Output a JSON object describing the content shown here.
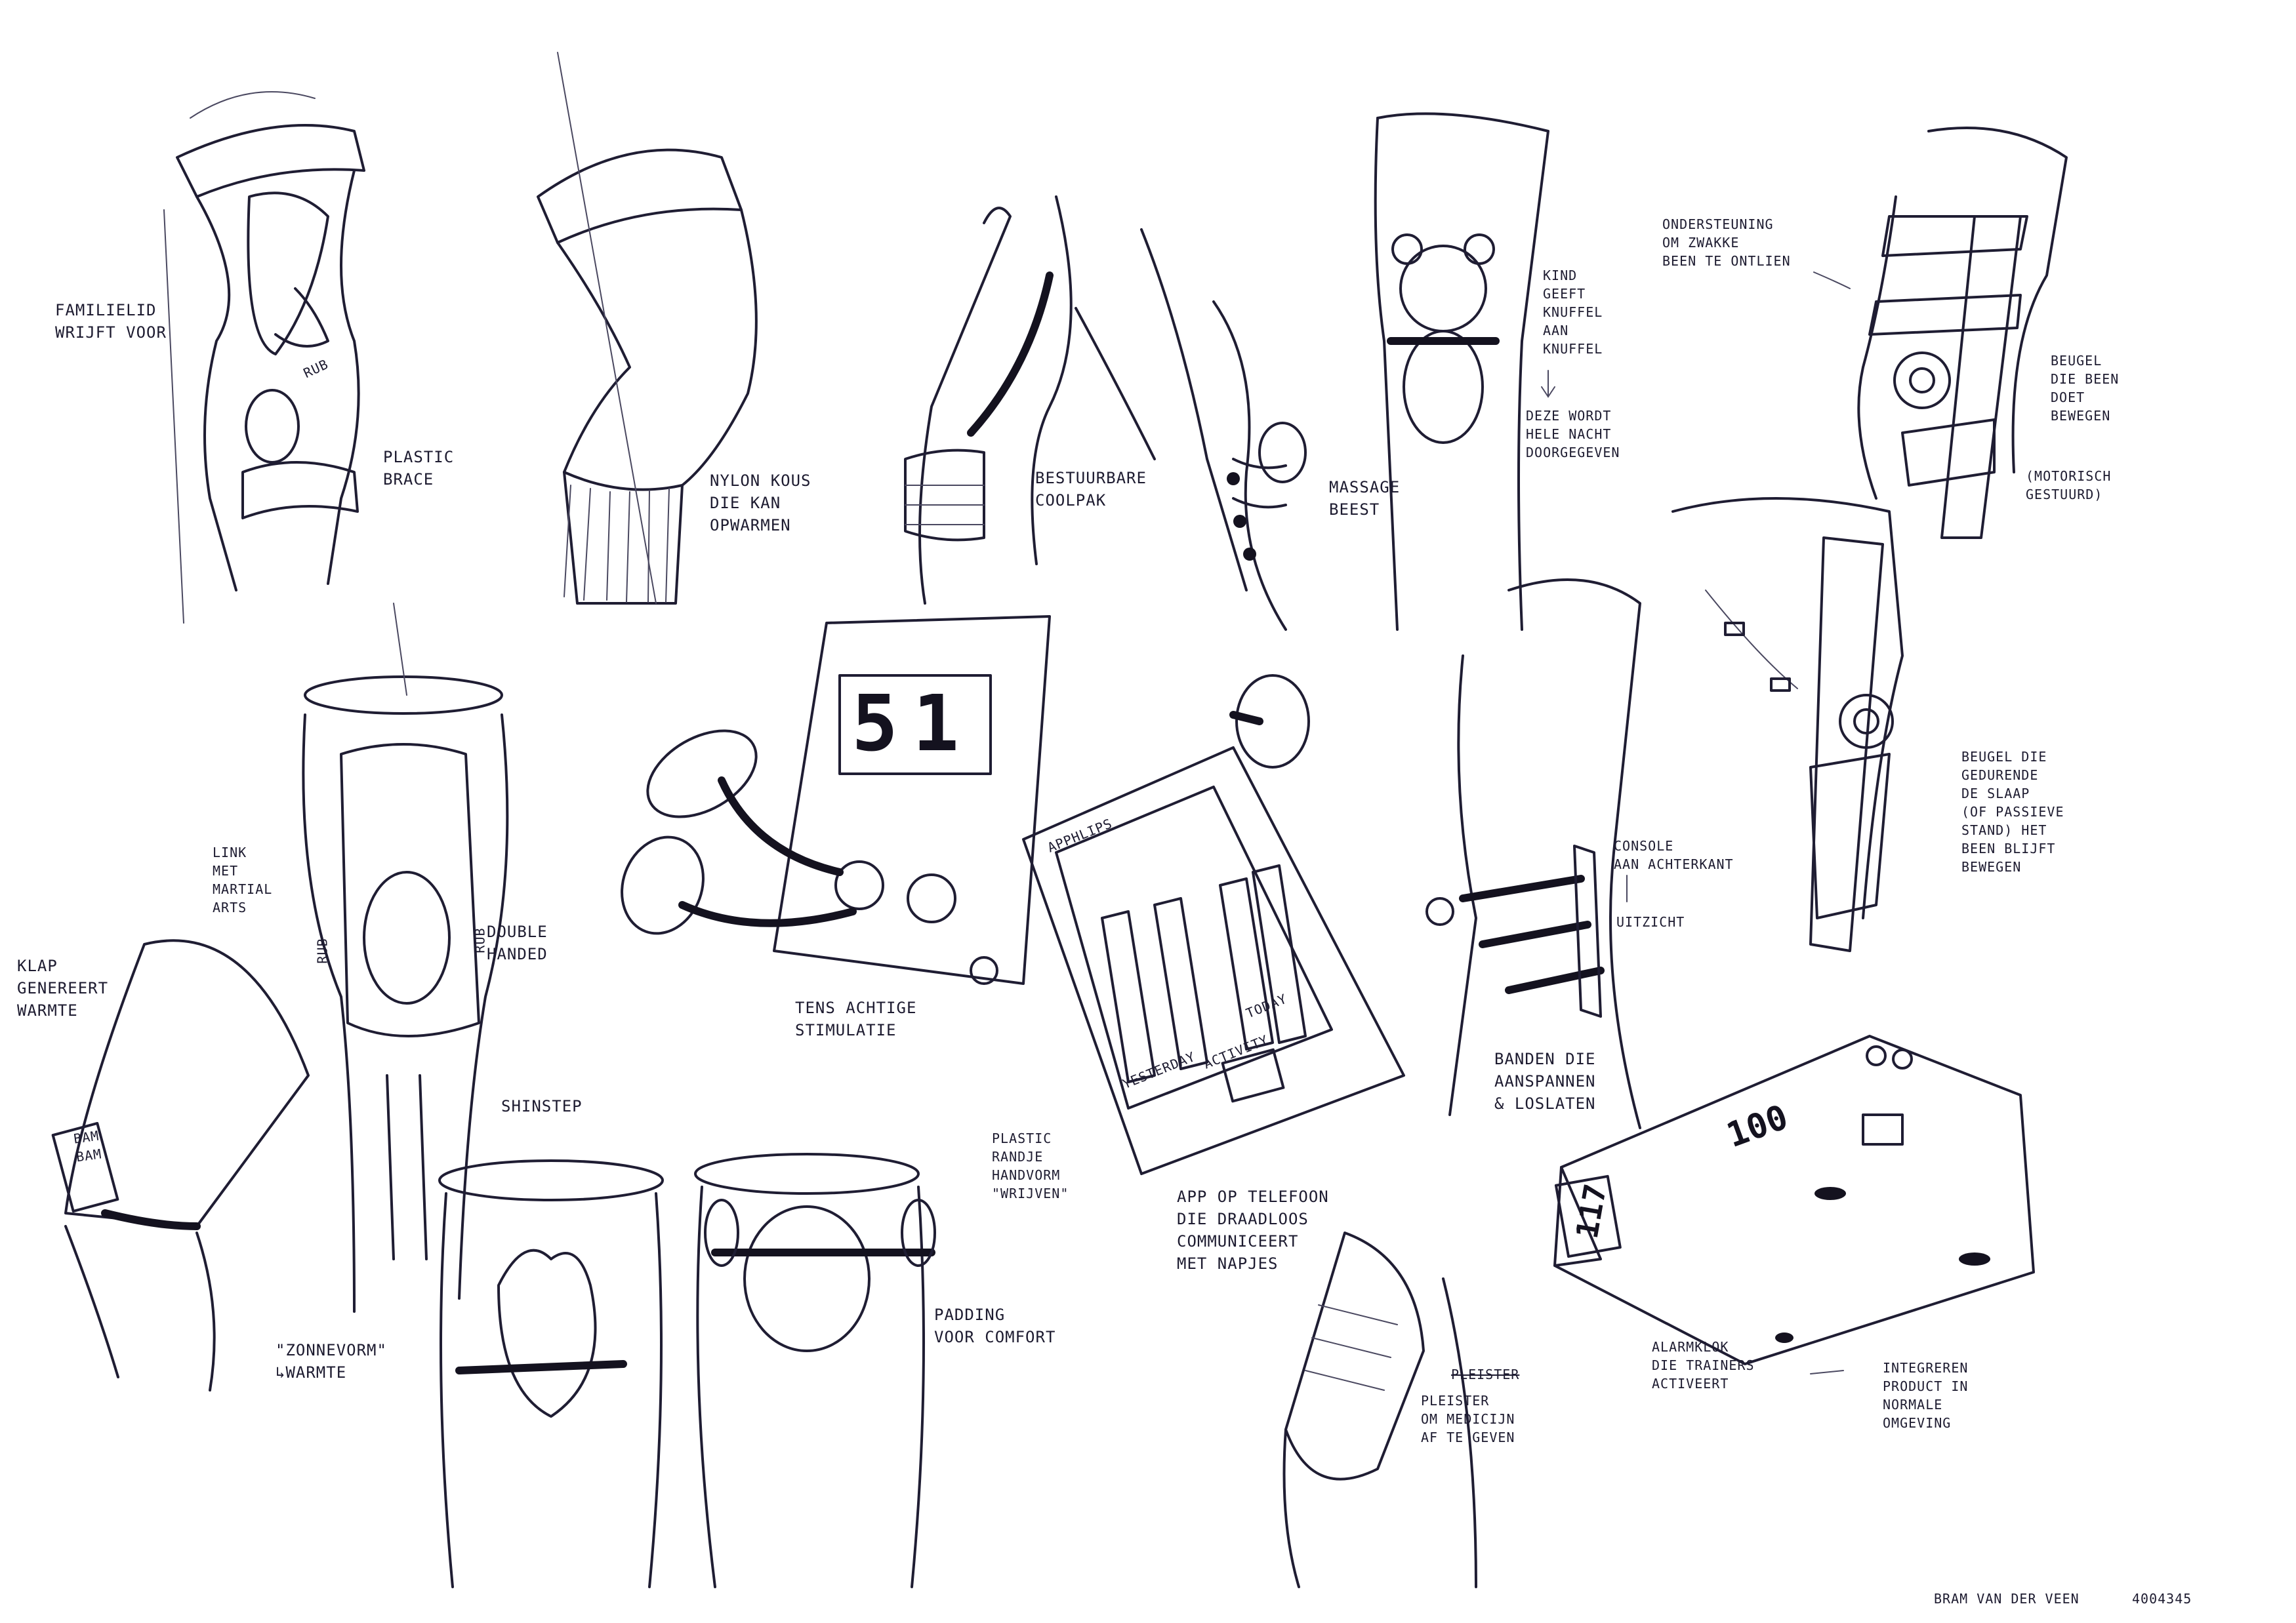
{
  "sketch_labels": {
    "familielid": "FAMILIELID\nWRIJFT VOOR",
    "rub_top": "RUB",
    "plastic_brace": "PLASTIC\nBRACE",
    "nylon_kous": "NYLON KOUS\nDIE KAN\nOPWARMEN",
    "coolpak": "BESTUURBARE\nCOOLPAK",
    "massage": "MASSAGE\nBEEST",
    "kind": "KIND\nGEEFT\nKNUFFEL\nAAN\nKNUFFEL",
    "deze_wordt": "DEZE WORDT\nHELE NACHT\nDOORGEGEVEN",
    "ondersteuning": "ONDERSTEUNING\nOM ZWAKKE\nBEEN TE ONTLIEN",
    "beugel_top": "BEUGEL\nDIE BEEN\nDOET\nBEWEGEN",
    "motorisch": "(MOTORISCH\nGESTUURD)",
    "link": "LINK\nMET\nMARTIAL\nARTS",
    "double_handed": "DOUBLE\nHANDED",
    "rub_left": "RUB",
    "rub_right": "RUB",
    "klap": "KLAP\nGENEREERT\nWARMTE",
    "bam": "BAM\nBAM",
    "tens_display": "51",
    "tens": "TENS ACHTIGE\nSTIMULATIE",
    "app_title": "APPHLIPS",
    "yesterday": "YESTERDAY",
    "activity": "ACTIVITY",
    "today": "TODAY",
    "app": "APP OP TELEFOON\nDIE DRAADLOOS\nCOMMUNICEERT\nMET NAPJES",
    "console": "CONSOLE\nAAN ACHTERKANT",
    "uitzicht": "UITZICHT",
    "beugel_slaap": "BEUGEL DIE\nGEDURENDE\nDE SLAAP\n(OF PASSIEVE\nSTAND) HET\nBEEN BLIJFT\nBEWEGEN",
    "banden": "BANDEN DIE\nAANSPANNEN\n& LOSLATEN",
    "shinstep": "SHINSTEP",
    "plastic_randje": "PLASTIC\nRANDJE\nHANDVORM\n\"WRIJVEN\"",
    "padding": "PADDING\nVOOR COMFORT",
    "zonnevorm": "\"ZONNEVORM\"\n↳WARMTE",
    "clock_time": "100",
    "clock_time_side": "117",
    "alarmklok": "ALARMKLOK\nDIE TRAINERS\nACTIVEERT",
    "integreren": "INTEGREREN\nPRODUCT IN\nNORMALE\nOMGEVING",
    "pleister_struck": "PLEISTER",
    "pleister": "PLEISTER\nOM MEDICIJN\nAF TE GEVEN",
    "author": "BRAM VAN DER VEEN",
    "student_no": "4004345"
  }
}
